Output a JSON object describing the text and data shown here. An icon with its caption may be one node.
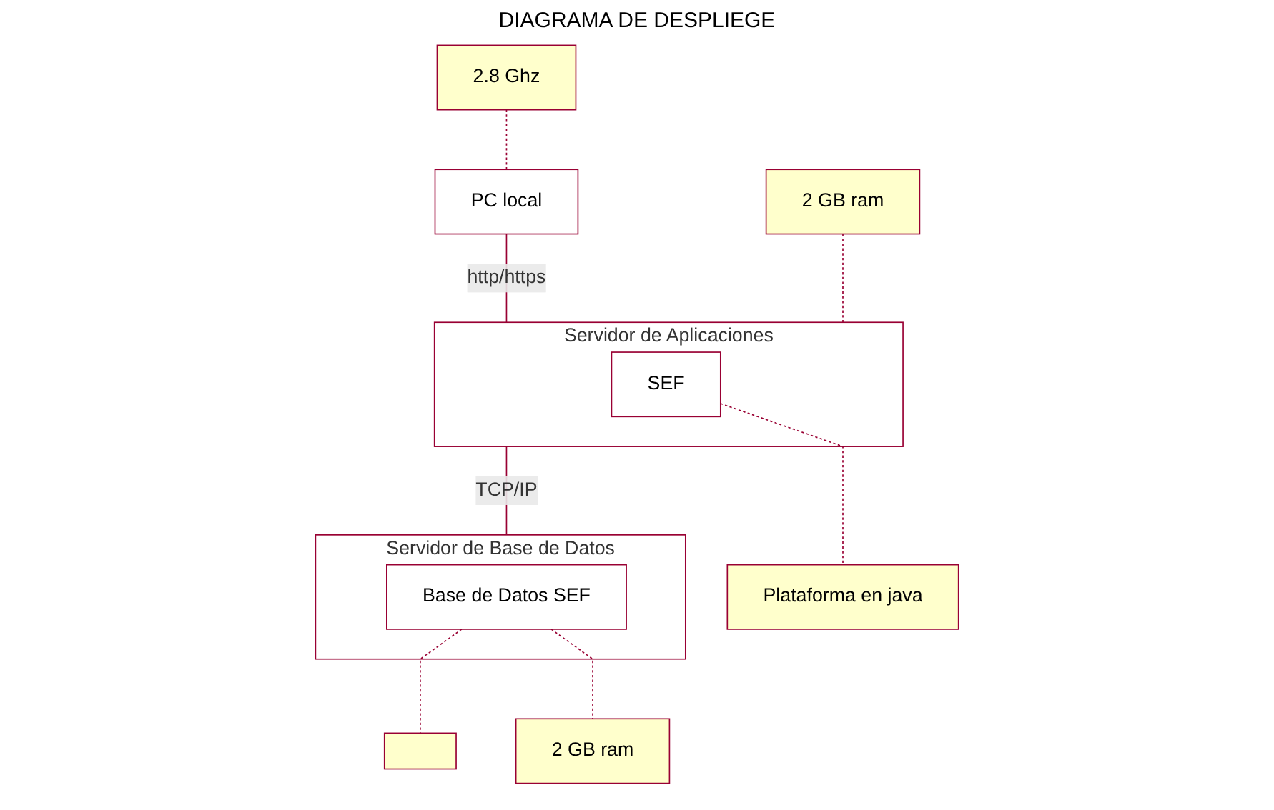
{
  "diagram": {
    "title": "DIAGRAMA DE DESPLIEGE",
    "nodes": [
      {
        "text": [
          "PC local"
        ]
      },
      {
        "text": [
          "2.8 Ghz"
        ]
      },
      {
        "text": [
          "Servidor de Aplicaciones"
        ]
      },
      {
        "text": [
          "SEF"
        ],
        "in": 2
      },
      {
        "text": [
          "2 GB ram"
        ]
      },
      {
        "text": [
          "Plataforma en java"
        ]
      },
      {
        "text": [
          "Servidor de Base de Datos"
        ]
      },
      {
        "text": [
          "Base de Datos SEF"
        ],
        "in": 6
      },
      {
        "text": [],
        "shape": "box"
      },
      {
        "text": [
          "2 GB ram"
        ]
      }
    ],
    "edges": [
      {
        "from": 1,
        "to": 0,
        "arrow": "none",
        "style": "dashed"
      },
      {
        "from": 0,
        "to": 2,
        "arrow": "none",
        "label": "http/https"
      },
      {
        "from": 4,
        "to": 2,
        "arrow": "none",
        "style": "dashed"
      },
      {
        "from": 3,
        "to": 5,
        "arrow": "none",
        "style": "dashed"
      },
      {
        "from": 2,
        "to": 6,
        "arrow": "none",
        "label": "TCP/IP"
      },
      {
        "from": 7,
        "to": 8,
        "arrow": "none",
        "style": "dashed"
      },
      {
        "from": 7,
        "to": 9,
        "arrow": "none",
        "style": "dashed"
      }
    ]
  }
}
